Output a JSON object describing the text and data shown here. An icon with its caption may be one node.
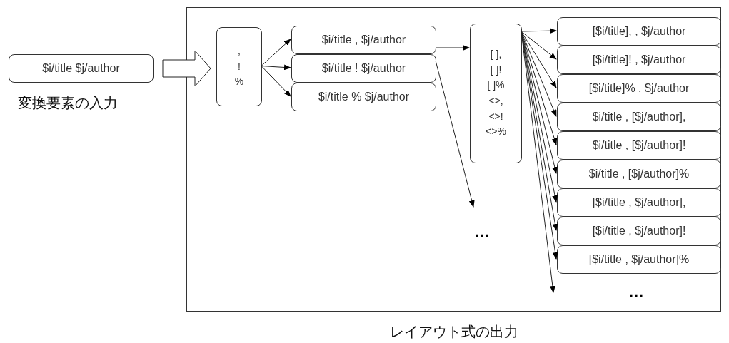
{
  "diagram": {
    "nodes": [
      {
        "text": [
          "$i/title $j/author"
        ],
        "beside": [
          "変換要素の入力"
        ]
      },
      {
        "text": [
          "レイアウト式の出力"
        ]
      },
      {
        "text": [
          ",",
          "!",
          "%"
        ],
        "in": 1
      },
      {
        "text": [
          "$i/title , $j/author"
        ],
        "in": 1
      },
      {
        "text": [
          "$i/title ! $j/author"
        ],
        "in": 1
      },
      {
        "text": [
          "$i/title % $j/author"
        ],
        "in": 1
      },
      {
        "text": [
          "[ ],",
          "[ ]!",
          "[ ]%",
          "<>,",
          "<>!",
          "<>%"
        ],
        "in": 1
      },
      {
        "text": [
          "[$i/title], , $j/author"
        ],
        "in": 1
      },
      {
        "text": [
          "[$i/title]! , $j/author"
        ],
        "in": 1
      },
      {
        "text": [
          "[$i/title]% , $j/author"
        ],
        "in": 1
      },
      {
        "text": [
          "$i/title , [$j/author],"
        ],
        "in": 1
      },
      {
        "text": [
          "$i/title , [$j/author]!"
        ],
        "in": 1
      },
      {
        "text": [
          "$i/title , [$j/author]%"
        ],
        "in": 1
      },
      {
        "text": [
          "[$i/title , $j/author],"
        ],
        "in": 1
      },
      {
        "text": [
          "[$i/title , $j/author]!"
        ],
        "in": 1
      },
      {
        "text": [
          "[$i/title , $j/author]%"
        ],
        "in": 1
      }
    ],
    "edges": [
      {
        "from": 0,
        "to": 2,
        "arrow": "to",
        "style": "thick"
      },
      {
        "from": 2,
        "to": 3,
        "arrow": "to"
      },
      {
        "from": 2,
        "to": 4,
        "arrow": "to"
      },
      {
        "from": 2,
        "to": 5,
        "arrow": "to"
      },
      {
        "from": 3,
        "to": 6,
        "arrow": "to"
      },
      {
        "from": 4,
        "to": null,
        "arrow": "to"
      },
      {
        "from": 6,
        "to": 7,
        "arrow": "to"
      },
      {
        "from": 6,
        "to": 8,
        "arrow": "to"
      },
      {
        "from": 6,
        "to": 9,
        "arrow": "to"
      },
      {
        "from": 6,
        "to": 10,
        "arrow": "to"
      },
      {
        "from": 6,
        "to": 11,
        "arrow": "to"
      },
      {
        "from": 6,
        "to": 12,
        "arrow": "to"
      },
      {
        "from": 6,
        "to": 13,
        "arrow": "to"
      },
      {
        "from": 6,
        "to": 14,
        "arrow": "to"
      },
      {
        "from": 6,
        "to": 15,
        "arrow": "to"
      },
      {
        "from": 6,
        "to": null,
        "arrow": "to"
      }
    ],
    "labels": [
      "…",
      "…"
    ]
  }
}
